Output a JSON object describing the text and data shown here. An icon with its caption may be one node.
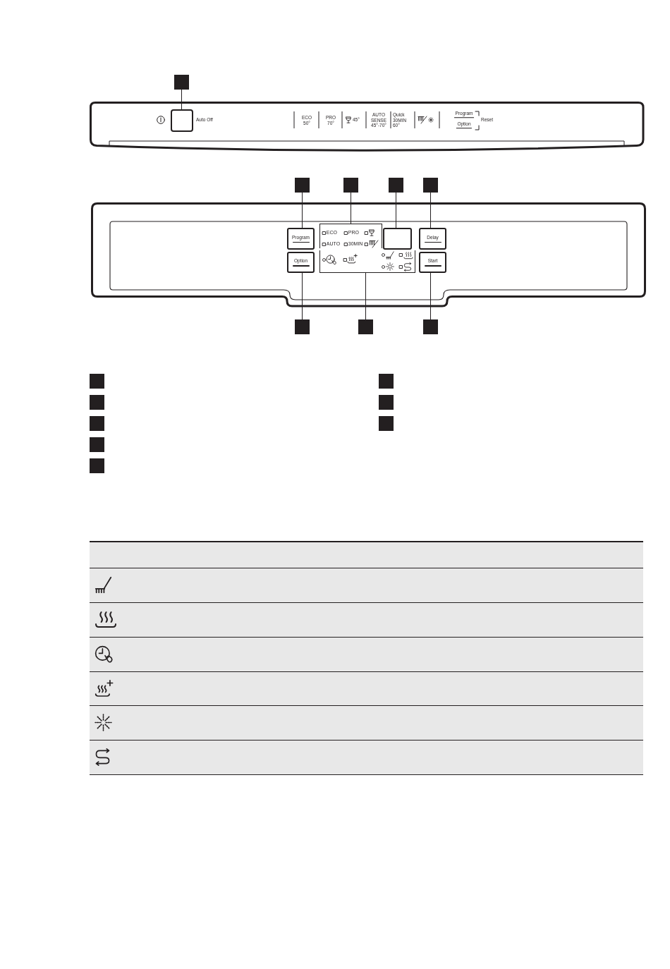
{
  "diagram": {
    "nodes": [
      {
        "text": [],
        "shape": "box"
      },
      {
        "text": [
          "Auto Off",
          "ECO 50°",
          "PRO 70°",
          "45°",
          "AUTO SENSE 45°-70°",
          "Quick 30MIN 60°",
          "Program",
          "Option",
          "Reset"
        ]
      },
      {
        "text": [],
        "shape": "box",
        "in": 1
      },
      {
        "text": [],
        "shape": "box"
      },
      {
        "text": [],
        "shape": "box"
      },
      {
        "text": [],
        "shape": "box"
      },
      {
        "text": [],
        "shape": "box"
      },
      {
        "text": [],
        "shape": "box"
      },
      {
        "text": [
          "Program"
        ],
        "in": 7
      },
      {
        "text": [
          "ECO",
          "PRO",
          "AUTO",
          "30MIN"
        ],
        "in": 7
      },
      {
        "text": [],
        "shape": "box",
        "in": 7
      },
      {
        "text": [
          "Delay"
        ],
        "in": 7
      },
      {
        "text": [
          "Option"
        ],
        "in": 7
      },
      {
        "text": [],
        "shape": "box",
        "in": 7
      },
      {
        "text": [
          "Start"
        ],
        "in": 7
      },
      {
        "text": [],
        "shape": "box"
      },
      {
        "text": [],
        "shape": "box"
      },
      {
        "text": [],
        "shape": "box"
      },
      {
        "text": [],
        "shape": "box"
      },
      {
        "text": [],
        "shape": "box"
      },
      {
        "text": [],
        "shape": "box"
      },
      {
        "text": [],
        "shape": "box"
      },
      {
        "text": [],
        "shape": "box"
      },
      {
        "text": [],
        "shape": "box"
      },
      {
        "text": [],
        "shape": "box"
      },
      {
        "text": [],
        "shape": "box"
      }
    ],
    "edges": [
      {
        "from": 0,
        "to": 2,
        "arrow": "none"
      },
      {
        "from": 3,
        "to": 8,
        "arrow": "none"
      },
      {
        "from": 4,
        "to": 9,
        "arrow": "none"
      },
      {
        "from": 5,
        "to": 10,
        "arrow": "none"
      },
      {
        "from": 6,
        "to": 11,
        "arrow": "none"
      },
      {
        "from": 15,
        "to": 12,
        "arrow": "none"
      },
      {
        "from": 16,
        "to": 13,
        "arrow": "none"
      },
      {
        "from": 17,
        "to": 14,
        "arrow": "none"
      }
    ]
  }
}
